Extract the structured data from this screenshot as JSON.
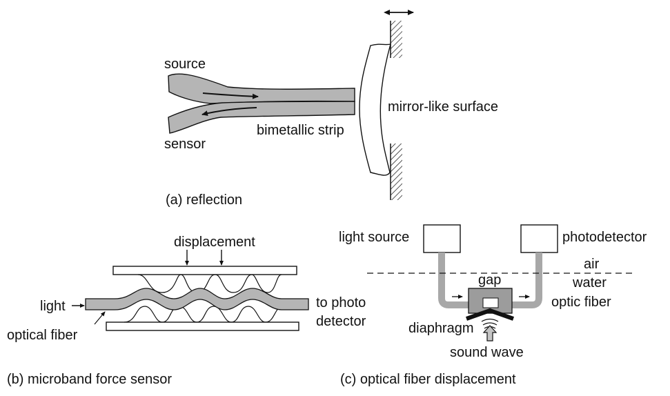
{
  "panel_a": {
    "caption": "(a) reflection",
    "labels": {
      "source": "source",
      "sensor": "sensor",
      "strip": "bimetallic strip",
      "mirror": "mirror-like surface"
    }
  },
  "panel_b": {
    "caption": "(b) microband force sensor",
    "labels": {
      "displacement": "displacement",
      "light": "light",
      "optical_fiber": "optical fiber",
      "to_photo": "to photo",
      "detector": "detector"
    }
  },
  "panel_c": {
    "caption": "(c) optical fiber displacement",
    "labels": {
      "light_source": "light source",
      "photodetector": "photodetector",
      "air": "air",
      "water": "water",
      "gap": "gap",
      "optic_fiber": "optic fiber",
      "diaphragm": "diaphragm",
      "sound_wave": "sound wave"
    }
  },
  "colors": {
    "fiber_fill": "#b5b5b5",
    "fiber_dark": "#9a9a9a",
    "stroke": "#111111"
  }
}
